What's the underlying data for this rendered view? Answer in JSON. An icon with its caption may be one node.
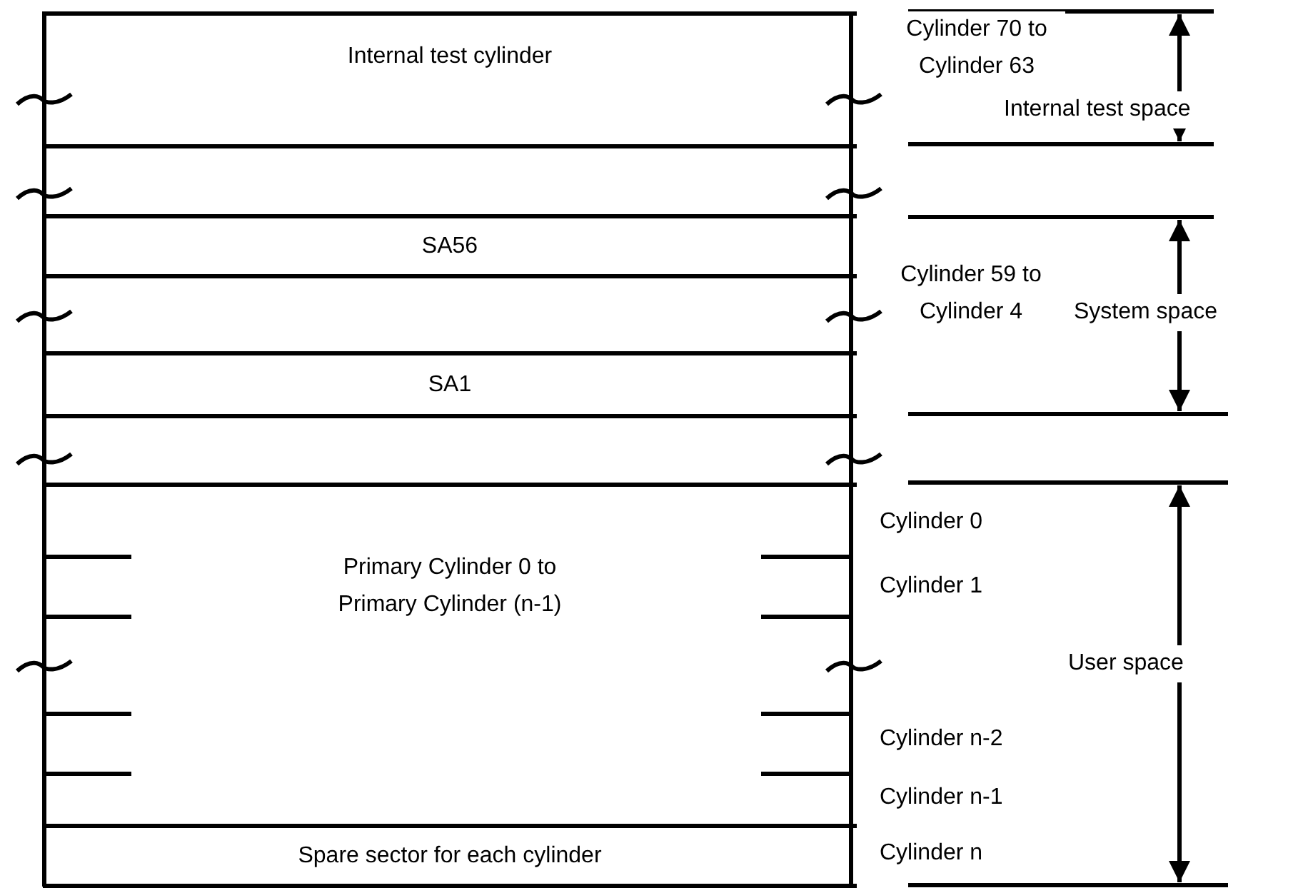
{
  "diagram": {
    "nodes": [
      {
        "text": [
          "Internal test cylinder"
        ]
      },
      {
        "text": [
          "SA56"
        ]
      },
      {
        "text": [
          "SA1"
        ]
      },
      {
        "text": [
          "Primary Cylinder 0 to Primary Cylinder (n-1)"
        ]
      },
      {
        "text": [
          "Spare sector for each cylinder"
        ]
      }
    ],
    "labels": [
      "Cylinder 70 to Cylinder 63",
      "Internal test space",
      "Cylinder 59 to Cylinder 4",
      "System space",
      "Cylinder 0",
      "Cylinder 1",
      "User space",
      "Cylinder n-2",
      "Cylinder n-1",
      "Cylinder n"
    ]
  }
}
